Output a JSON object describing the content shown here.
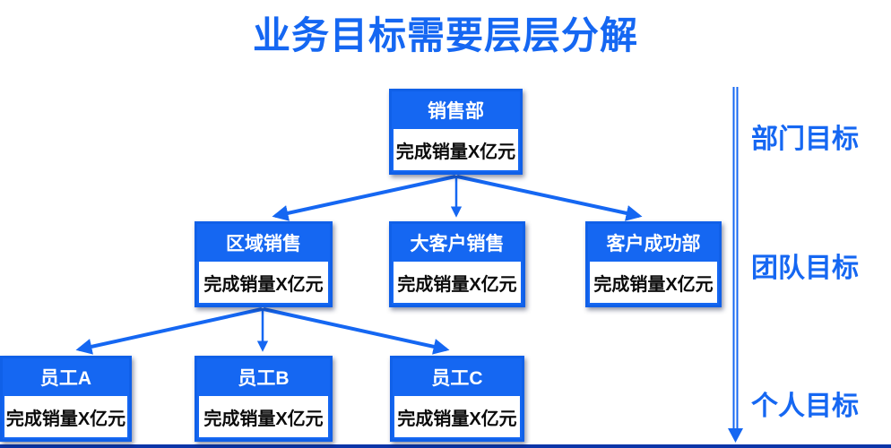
{
  "title": "业务目标需要层层分解",
  "colors": {
    "accent": "#1567f2",
    "node_header_bg": "#1567f2",
    "node_border": "#1060e8",
    "node_body_bg": "#ffffff",
    "node_body_text": "#0b0b0b",
    "baseline": "#0c35a8",
    "background": "#ffffff"
  },
  "org_chart": {
    "root": {
      "title": "销售部",
      "value": "完成销量X亿元"
    },
    "teams": [
      {
        "title": "区域销售",
        "value": "完成销量X亿元"
      },
      {
        "title": "大客户销售",
        "value": "完成销量X亿元"
      },
      {
        "title": "客户成功部",
        "value": "完成销量X亿元"
      }
    ],
    "members": [
      {
        "title": "员工A",
        "value": "完成销量X亿元"
      },
      {
        "title": "员工B",
        "value": "完成销量X亿元"
      },
      {
        "title": "员工C",
        "value": "完成销量X亿元"
      }
    ]
  },
  "level_axis": {
    "labels": [
      "部门目标",
      "团队目标",
      "个人目标"
    ]
  }
}
